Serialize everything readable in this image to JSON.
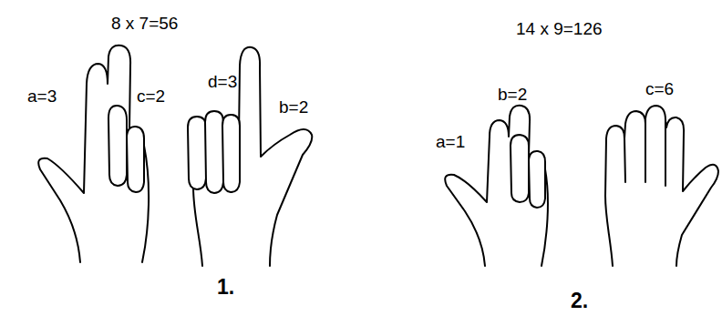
{
  "diagram": {
    "labels": [
      "8 x 7=56",
      "a=3",
      "c=2",
      "d=3",
      "b=2",
      "1.",
      "14 x 9=126",
      "b=2",
      "c=6",
      "a=1",
      "2."
    ]
  }
}
